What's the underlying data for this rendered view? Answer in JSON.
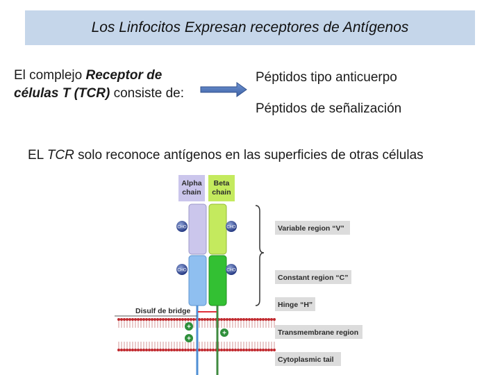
{
  "title": "Los Linfocitos Expresan receptores de Antígenos",
  "left_text": {
    "prefix": "El complejo ",
    "emphasis": "Receptor de células T (TCR)",
    "suffix": " consiste de:"
  },
  "features": [
    "Péptidos tipo anticuerpo",
    "Péptidos de señalización"
  ],
  "note": {
    "prefix": "EL ",
    "emphasis": "TCR",
    "suffix": " solo reconoce antígenos en las superficies de otras células"
  },
  "diagram": {
    "alpha_chain": "Alpha\nchain",
    "beta_chain": "Beta\nchain",
    "cho": "CHO",
    "disulf_bridge": "Disulf de bridge",
    "plus": "+",
    "regions": {
      "variable": "Variable region “V”",
      "constant": "Constant region “C”",
      "hinge": "Hinge “H”",
      "transmembrane": "Transmembrane region",
      "cytoplasmic": "Cytoplasmic tail"
    },
    "colors": {
      "title_bg": "#c5d6ea",
      "alpha_variable": "#cbc6ec",
      "alpha_constant": "#8fbff0",
      "beta_variable": "#c4ea5e",
      "beta_constant": "#33c033",
      "membrane": "#c0282d",
      "arrow": "#4e74b8"
    }
  }
}
